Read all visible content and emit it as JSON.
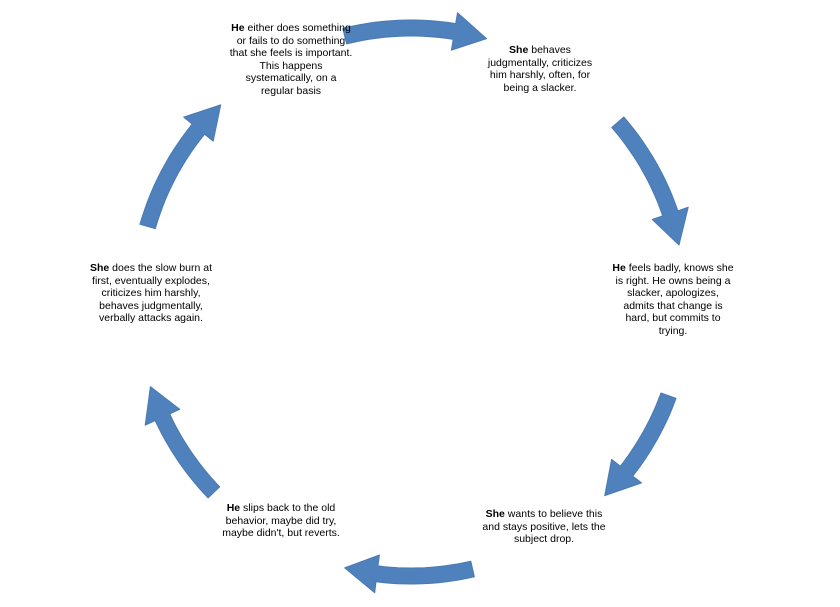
{
  "nodes": [
    {
      "lead": "He",
      "text": " either does something or fails to do something that she feels is important.  This happens systematically, on a regular basis"
    },
    {
      "lead": "She",
      "text": " behaves judgmentally, criticizes him harshly, often, for being a slacker."
    },
    {
      "lead": "He",
      "text": " feels badly, knows she is right.  He owns being a slacker, apologizes, admits that change is hard, but commits to trying."
    },
    {
      "lead": "She",
      "text": " wants to believe this and stays positive, lets the subject drop."
    },
    {
      "lead": "He",
      "text": " slips back to the old behavior, maybe did try, maybe didn't, but reverts."
    },
    {
      "lead": "She",
      "text": " does the slow burn at first, eventually explodes, criticizes him harshly, behaves judgmentally, verbally attacks again."
    }
  ],
  "style": {
    "arrow_color": "#4f81bd",
    "arrow_stroke": "#4a7ab3"
  }
}
